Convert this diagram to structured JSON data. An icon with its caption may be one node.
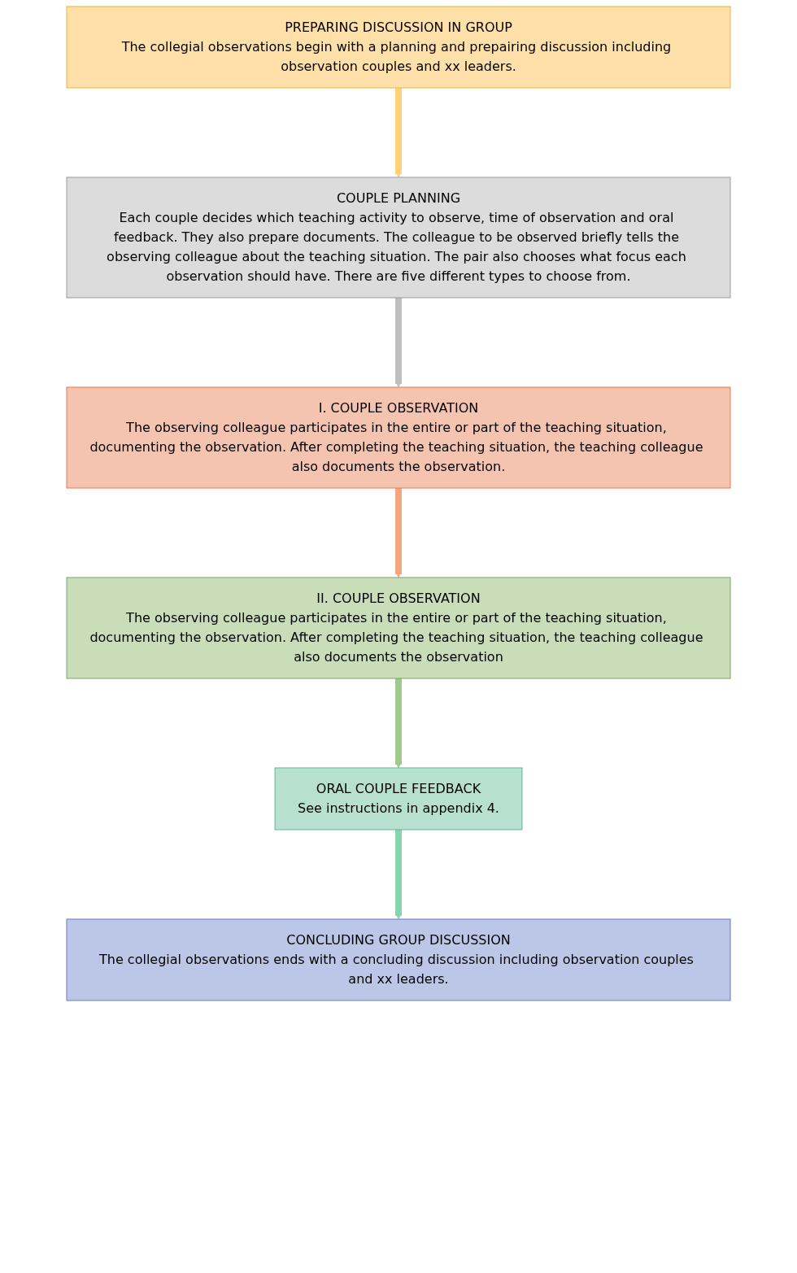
{
  "diagram": {
    "nodes": [
      {
        "text": [
          "PREPARING DISCUSSION IN GROUP",
          "The collegial observations begin with a planning and prepairing discussion including observation couples and xx leaders."
        ]
      },
      {
        "text": [
          "COUPLE PLANNING",
          "Each couple decides which teaching activity to observe, time of observation and oral feedback. They also prepare documents. The colleague to be observed briefly tells the observing colleague about the teaching situation. The pair also chooses what focus each observation should have. There are five different types to choose from."
        ]
      },
      {
        "text": [
          "I. COUPLE OBSERVATION",
          "The observing colleague participates in the entire or part of the teaching situation, documenting the observation. After completing the teaching situation, the teaching colleague also documents the observation."
        ]
      },
      {
        "text": [
          "II. COUPLE OBSERVATION",
          "The observing colleague participates in the entire or part of the teaching situation, documenting the observation. After completing the teaching situation, the teaching colleague also documents the observation"
        ]
      },
      {
        "text": [
          "ORAL COUPLE FEEDBACK",
          "See instructions in appendix 4."
        ]
      },
      {
        "text": [
          "CONCLUDING GROUP DISCUSSION",
          "The collegial observations ends with a concluding discussion including observation couples and xx leaders."
        ]
      }
    ],
    "edges": [
      {
        "from": 0,
        "to": 1,
        "arrow": "to",
        "color": "#ffd27a"
      },
      {
        "from": 1,
        "to": 2,
        "arrow": "to",
        "color": "#bfbfbf"
      },
      {
        "from": 2,
        "to": 3,
        "arrow": "to",
        "color": "#f4a582"
      },
      {
        "from": 3,
        "to": 4,
        "arrow": "to",
        "color": "#a0c88a"
      },
      {
        "from": 4,
        "to": 5,
        "arrow": "to",
        "color": "#88d4b0"
      }
    ]
  }
}
